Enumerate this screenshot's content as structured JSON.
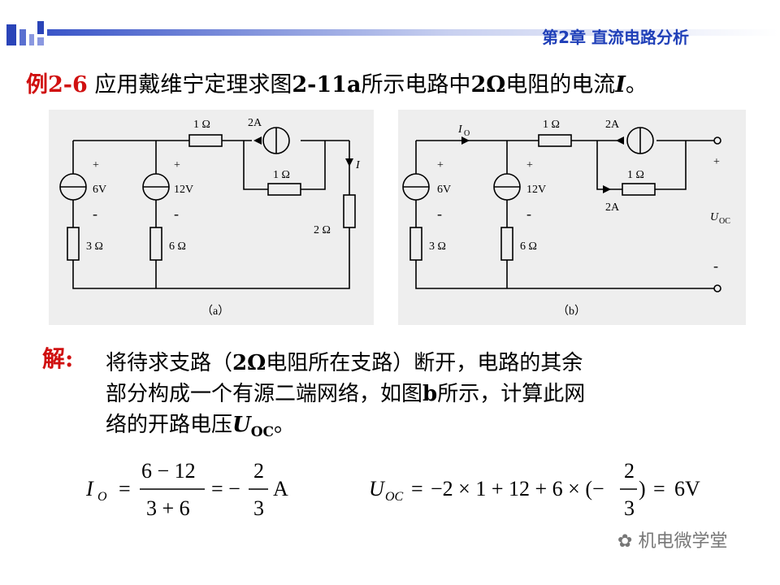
{
  "header": {
    "chapter_title": "第2章 直流电路分析"
  },
  "example": {
    "number": "例2-6",
    "text_a": "应用戴维宁定理求图",
    "fig_ref": "2-11a",
    "text_b": "所示电路中",
    "resistor": "2Ω",
    "text_c": "电阻的电流",
    "var": "I",
    "end": "。"
  },
  "circuit_a": {
    "r_top": "1 Ω",
    "src_cur": "2A",
    "r_mid": "1 Ω",
    "i_label": "I",
    "v1_plus": "+",
    "v1": "6V",
    "v1_minus": "-",
    "r1": "3 Ω",
    "v2_plus": "+",
    "v2": "12V",
    "v2_minus": "-",
    "r2": "6 Ω",
    "r_load": "2 Ω",
    "caption": "（a）"
  },
  "circuit_b": {
    "io": "I",
    "io_sub": "O",
    "r_top": "1 Ω",
    "src_cur": "2A",
    "r_mid": "1 Ω",
    "cur_mid": "2A",
    "v1_plus": "+",
    "v1": "6V",
    "v1_minus": "-",
    "r1": "3 Ω",
    "v2_plus": "+",
    "v2": "12V",
    "v2_minus": "-",
    "r2": "6 Ω",
    "out_plus": "+",
    "uoc": "U",
    "uoc_sub": "OC",
    "out_minus": "-",
    "caption": "（b）"
  },
  "solution": {
    "label": "解:",
    "line1_a": "将待求支路（",
    "line1_b": "2Ω",
    "line1_c": "电阻所在支路）断开，电路的其余",
    "line2_a": "部分构成一个有源二端网络，如图",
    "line2_b": "b",
    "line2_c": "所示，计算此网",
    "line3_a": "络的开路电压",
    "line3_var": "U",
    "line3_sub": "OC",
    "line3_end": "。"
  },
  "formula1": {
    "lhs": "I",
    "lhs_sub": "O",
    "eq1": "=",
    "num": "6 − 12",
    "den": "3 + 6",
    "eq2": "= −",
    "num2": "2",
    "den2": "3",
    "unit": "A"
  },
  "formula2": {
    "lhs": "U",
    "lhs_sub": "OC",
    "eq1": "=",
    "expr": "−2 × 1 + 12 + 6 × (−",
    "num": "2",
    "den": "3",
    "close": ")",
    "eq2": "=",
    "result": "6V"
  },
  "watermark": {
    "text": "机电微学堂"
  }
}
